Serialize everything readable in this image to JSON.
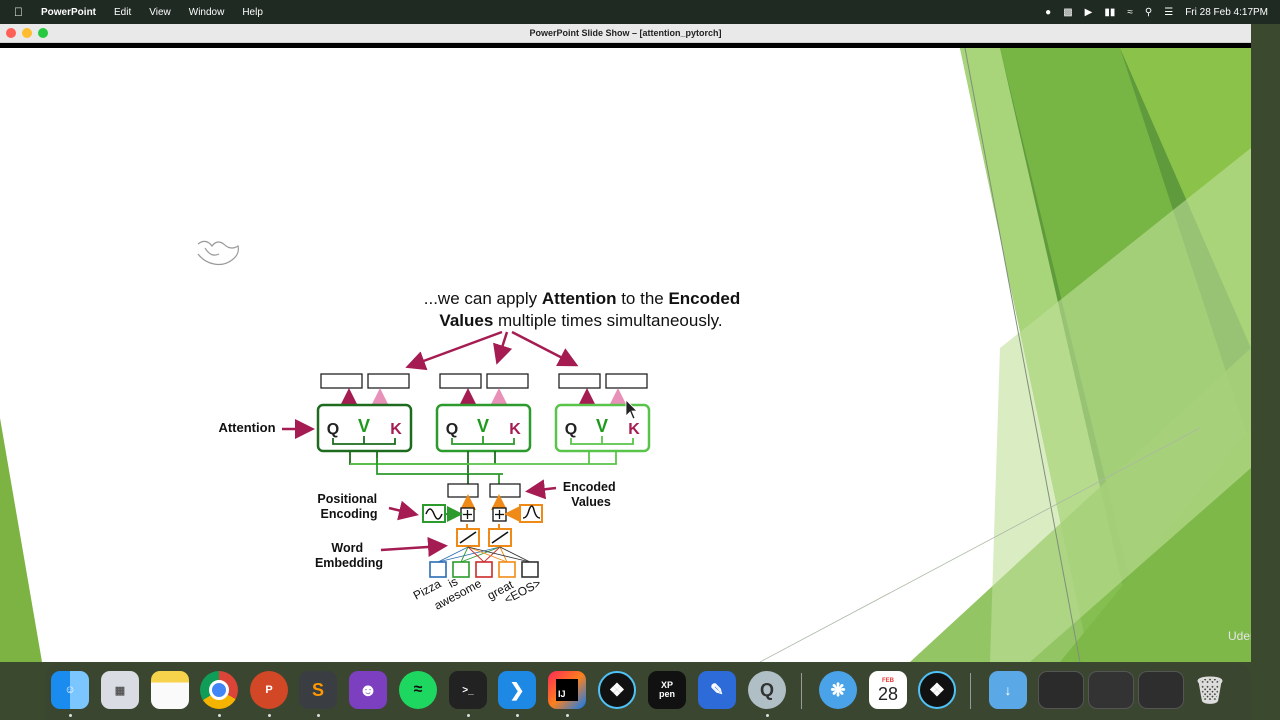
{
  "menubar": {
    "app_name": "PowerPoint",
    "menus": [
      "Edit",
      "View",
      "Window",
      "Help"
    ],
    "datetime": "Fri 28 Feb  4:17PM"
  },
  "window": {
    "title": "PowerPoint Slide Show – [attention_pytorch]"
  },
  "slide": {
    "headline_parts": [
      "...we can apply ",
      "Attention",
      " to the ",
      "Encoded",
      "Values",
      " multiple times simultaneously."
    ],
    "label_attention": "Attention",
    "label_positional": [
      "Positional",
      "Encoding"
    ],
    "label_encoded": [
      "Encoded",
      "Values"
    ],
    "label_word": [
      "Word",
      "Embedding"
    ],
    "qvk": [
      "Q",
      "V",
      "K"
    ],
    "tokens": [
      "Pizza",
      "is",
      "awesome",
      "great",
      "<EOS>"
    ],
    "watermark": "Udemy"
  },
  "colors": {
    "arrow": "#a51c52",
    "pink": "#e890b8",
    "dark_green": "#1d6b1f",
    "mid_green": "#2c9a2c",
    "light_green": "#59c44a",
    "orange": "#f08a16",
    "blue": "#2a6cb5",
    "red": "#cc2a2a"
  },
  "dock": {
    "items": [
      "finder-icon",
      "launchpad-icon",
      "notes-icon",
      "chrome-icon",
      "powerpoint-icon",
      "sublime-text-icon",
      "github-desktop-icon",
      "spotify-icon",
      "terminal-icon",
      "vscode-icon",
      "intellij-icon",
      "pen-tool-icon",
      "xp-pen-icon",
      "pencil-app-icon",
      "quicktime-icon",
      "safari-icon",
      "calendar-icon",
      "pen-tool-2-icon",
      "downloads-folder-icon",
      "window-thumb-1",
      "window-thumb-2",
      "window-thumb-3",
      "trash-icon"
    ],
    "xppen_label": "XP\npen",
    "calendar_month": "FEB",
    "calendar_day": "28"
  }
}
